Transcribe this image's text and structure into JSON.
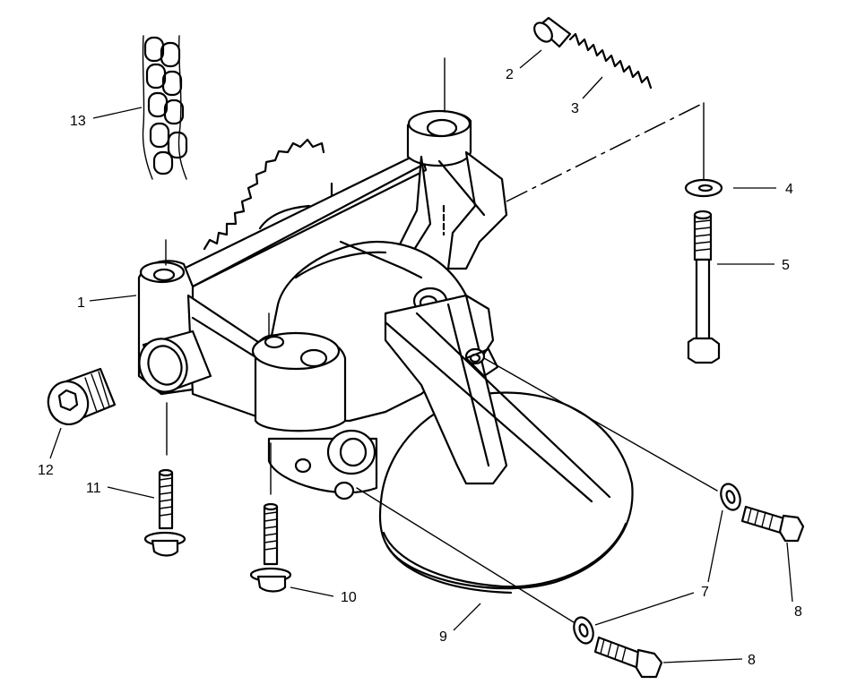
{
  "callouts": {
    "c1": "1",
    "c2": "2",
    "c3": "3",
    "c4": "4",
    "c5": "5",
    "c7": "7",
    "c8a": "8",
    "c8b": "8",
    "c9": "9",
    "c10": "10",
    "c11": "11",
    "c12": "12",
    "c13": "13"
  }
}
